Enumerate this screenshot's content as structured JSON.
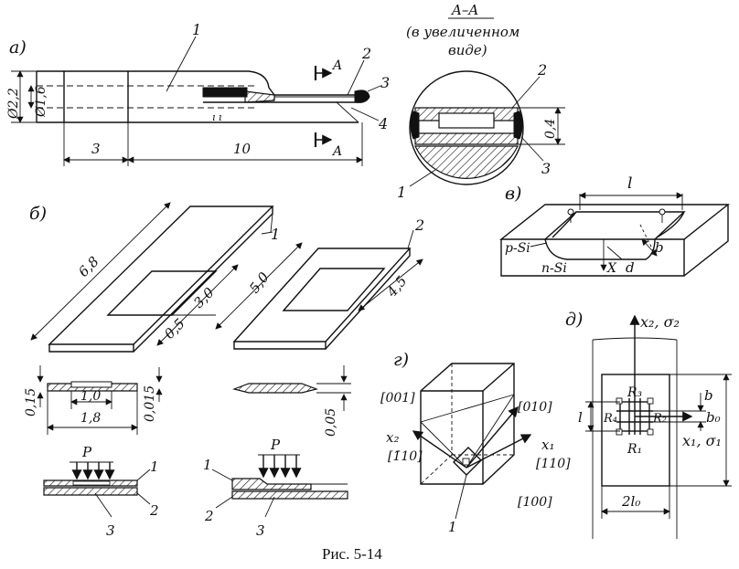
{
  "caption": "Рис. 5-14",
  "panels": {
    "a": "а)",
    "b": "б)",
    "v": "в)",
    "g": "г)",
    "d": "д)"
  },
  "panel_a": {
    "diam_outer": "Ø2,2",
    "diam_inner": "Ø1,6",
    "len_left": "3",
    "len_right": "10",
    "section_mark": "A",
    "parts": [
      "1",
      "2",
      "3",
      "4"
    ]
  },
  "section_view": {
    "title": "A–A",
    "subtitle_line1": "(в увеличенном",
    "subtitle_line2": "виде)",
    "thickness": "0,4",
    "parts": [
      "1",
      "2",
      "3"
    ]
  },
  "panel_b": {
    "plate1": {
      "num": "1",
      "length": "6,8",
      "width": "3,0",
      "edge": "0,5"
    },
    "plate2": {
      "num": "2",
      "length": "5,0",
      "width": "4,5"
    },
    "section1": {
      "thick": "0,15",
      "inner": "1,0",
      "outer": "1,8",
      "membrane": "0,015"
    },
    "section2": {
      "thick": "0,05"
    },
    "assembly1": {
      "force": "P",
      "labels": [
        "1",
        "2",
        "3"
      ]
    },
    "assembly2": {
      "force": "P",
      "labels": [
        "1",
        "2",
        "3"
      ]
    }
  },
  "panel_v": {
    "length": "l",
    "p_layer": "p-Si",
    "n_layer": "n-Si",
    "depth": "X",
    "d": "d",
    "b": "b"
  },
  "panel_g": {
    "dir_001": "[001]",
    "dir_010": "[010]",
    "dir_100": "[100]",
    "dir_x1": "x₁",
    "dir_110": "[110]",
    "dir_x2": "x₂",
    "dir_1m10": "[1̄10]",
    "part": "1"
  },
  "panel_d": {
    "axis_y": "x₂, σ₂",
    "axis_x": "x₁, σ₁",
    "r1": "R₁",
    "r2": "R₂",
    "r3": "R₃",
    "r4": "R₄",
    "l": "l",
    "b": "b",
    "b0": "b₀",
    "width": "2l₀"
  }
}
